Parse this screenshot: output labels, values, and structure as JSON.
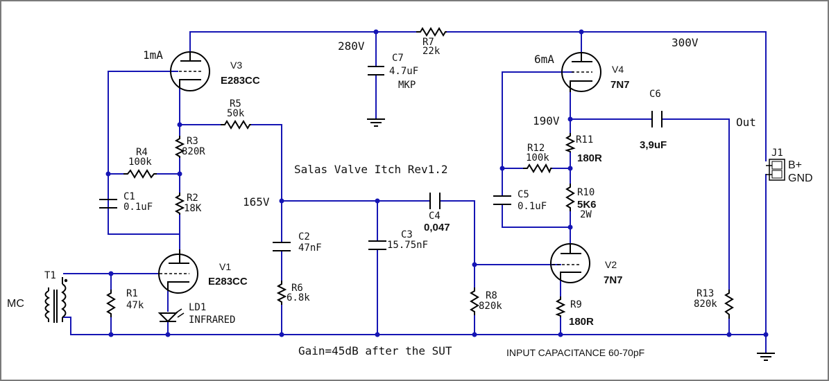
{
  "title": "Salas Valve Itch Rev1.2",
  "notes": {
    "gain": "Gain=45dB after the SUT",
    "input_capacitance": "INPUT CAPACITANCE 60-70pF"
  },
  "voltages": {
    "v280": "280V",
    "v300": "300V",
    "v190": "190V",
    "v165": "165V",
    "i1ma": "1mA",
    "i6ma": "6mA"
  },
  "terminals": {
    "out": "Out",
    "bplus": "B+",
    "gnd": "GND",
    "mc": "MC"
  },
  "components": {
    "V3": {
      "ref": "V3",
      "value": "E283CC"
    },
    "V1": {
      "ref": "V1",
      "value": "E283CC"
    },
    "V4": {
      "ref": "V4",
      "value": "7N7"
    },
    "V2": {
      "ref": "V2",
      "value": "7N7"
    },
    "R1": {
      "ref": "R1",
      "value": "47k"
    },
    "R2": {
      "ref": "R2",
      "value": "18K"
    },
    "R3": {
      "ref": "R3",
      "value": "820R"
    },
    "R4": {
      "ref": "R4",
      "value": "100k"
    },
    "R5": {
      "ref": "R5",
      "value": "50k"
    },
    "R6": {
      "ref": "R6",
      "value": "6.8k"
    },
    "R7": {
      "ref": "R7",
      "value": "22k"
    },
    "R8": {
      "ref": "R8",
      "value": "820k"
    },
    "R9": {
      "ref": "R9",
      "value": "180R"
    },
    "R10": {
      "ref": "R10",
      "value": "5K6",
      "extra": "2W"
    },
    "R11": {
      "ref": "R11",
      "value": "180R"
    },
    "R12": {
      "ref": "R12",
      "value": "100k"
    },
    "R13": {
      "ref": "R13",
      "value": "820k"
    },
    "C1": {
      "ref": "C1",
      "value": "0.1uF"
    },
    "C2": {
      "ref": "C2",
      "value": "47nF"
    },
    "C3": {
      "ref": "C3",
      "value": "15.75nF"
    },
    "C4": {
      "ref": "C4",
      "value": "0,047"
    },
    "C5": {
      "ref": "C5",
      "value": "0.1uF"
    },
    "C6": {
      "ref": "C6",
      "value": "3,9uF"
    },
    "C7": {
      "ref": "C7",
      "value": "4.7uF",
      "extra": "MKP"
    },
    "T1": {
      "ref": "T1"
    },
    "J1": {
      "ref": "J1"
    },
    "LD1": {
      "ref": "LD1",
      "value": "INFRARED"
    }
  },
  "colors": {
    "wire": "#1515b4",
    "component": "#000000",
    "border": "#7a7a7a"
  }
}
